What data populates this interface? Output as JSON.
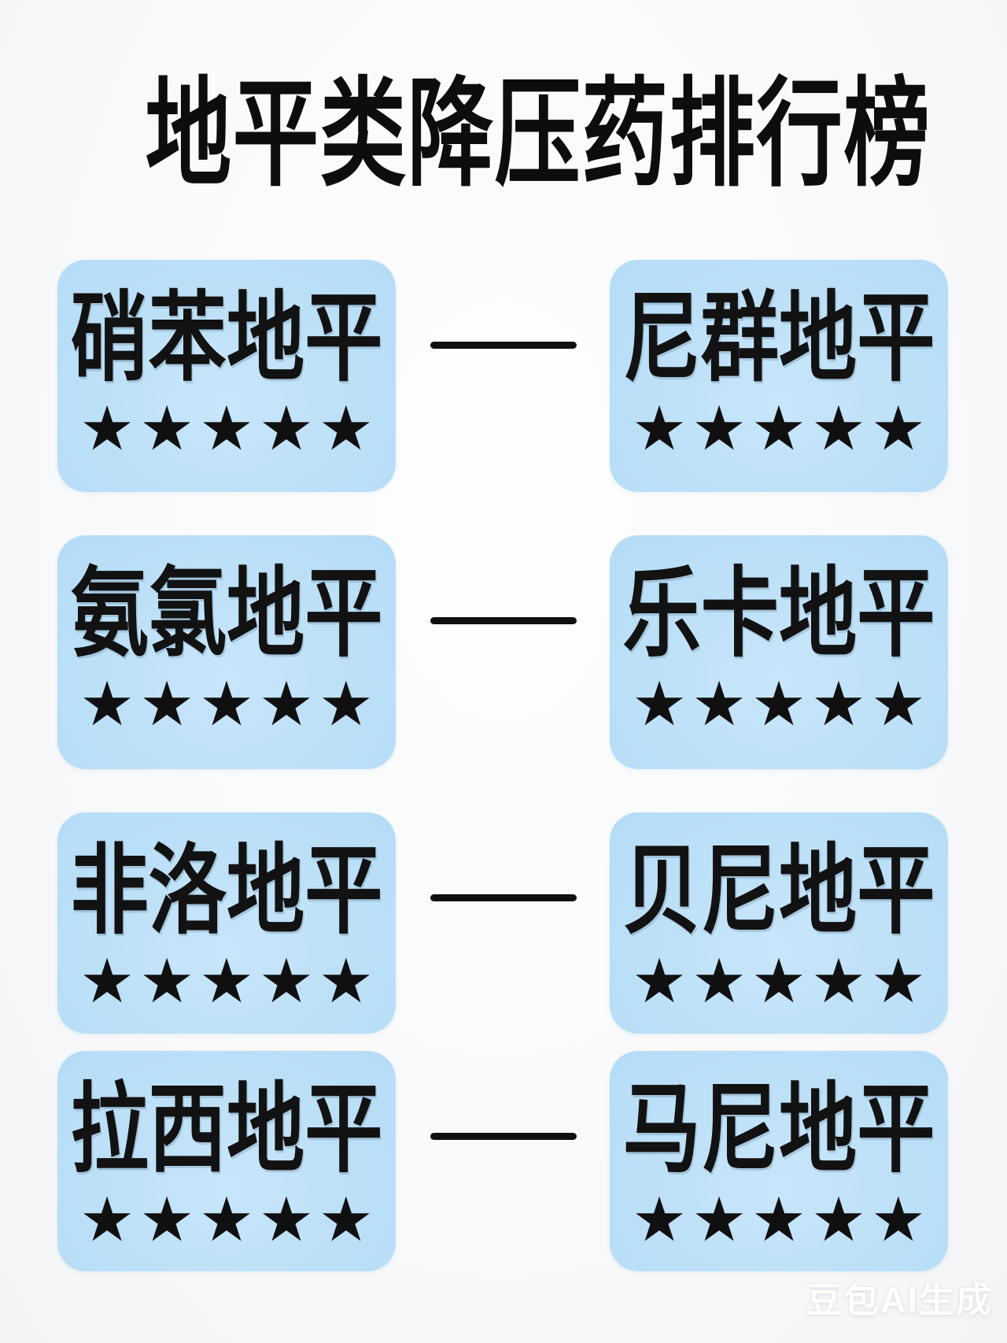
{
  "title": "地平类降压药排行榜",
  "colors": {
    "card_background": "#bce0f8",
    "text": "#101010",
    "connector_line": "#101010",
    "page_background": "#f7f9fa"
  },
  "rows": [
    {
      "left": {
        "name": "硝苯地平",
        "stars": "★★★★★",
        "rating": 5
      },
      "right": {
        "name": "尼群地平",
        "stars": "★★★★★",
        "rating": 5
      }
    },
    {
      "left": {
        "name": "氨氯地平",
        "stars": "★★★★★",
        "rating": 5
      },
      "right": {
        "name": "乐卡地平",
        "stars": "★★★★★",
        "rating": 5
      }
    },
    {
      "left": {
        "name": "非洛地平",
        "stars": "★★★★★",
        "rating": 5
      },
      "right": {
        "name": "贝尼地平",
        "stars": "★★★★★",
        "rating": 5
      }
    },
    {
      "left": {
        "name": "拉西地平",
        "stars": "★★★★★",
        "rating": 5
      },
      "right": {
        "name": "马尼地平",
        "stars": "★★★★★",
        "rating": 5
      }
    }
  ],
  "watermark": "豆包AI生成"
}
